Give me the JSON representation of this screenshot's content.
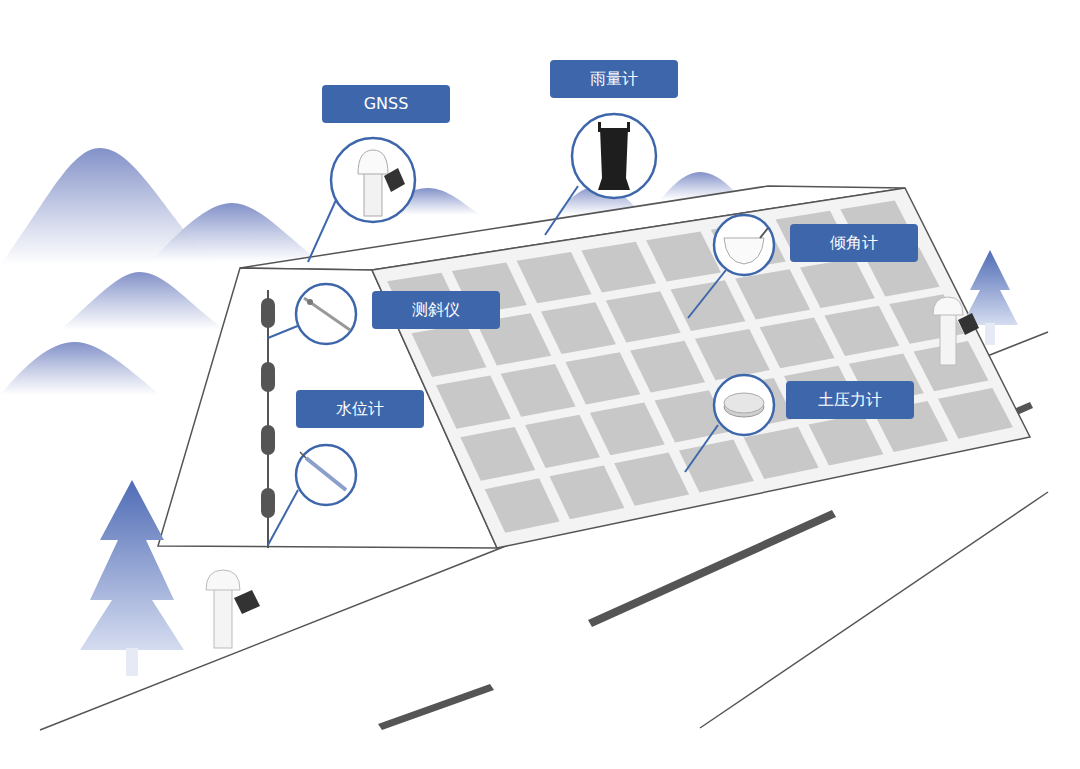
{
  "diagram": {
    "nodes": [
      {
        "text": [
          "雨量计"
        ]
      },
      {
        "text": [
          "GNSS"
        ]
      },
      {
        "text": [
          "倾角计"
        ]
      },
      {
        "text": [
          "测斜仪"
        ]
      },
      {
        "text": [
          "土压力计"
        ]
      },
      {
        "text": [
          "水位计"
        ]
      }
    ]
  }
}
